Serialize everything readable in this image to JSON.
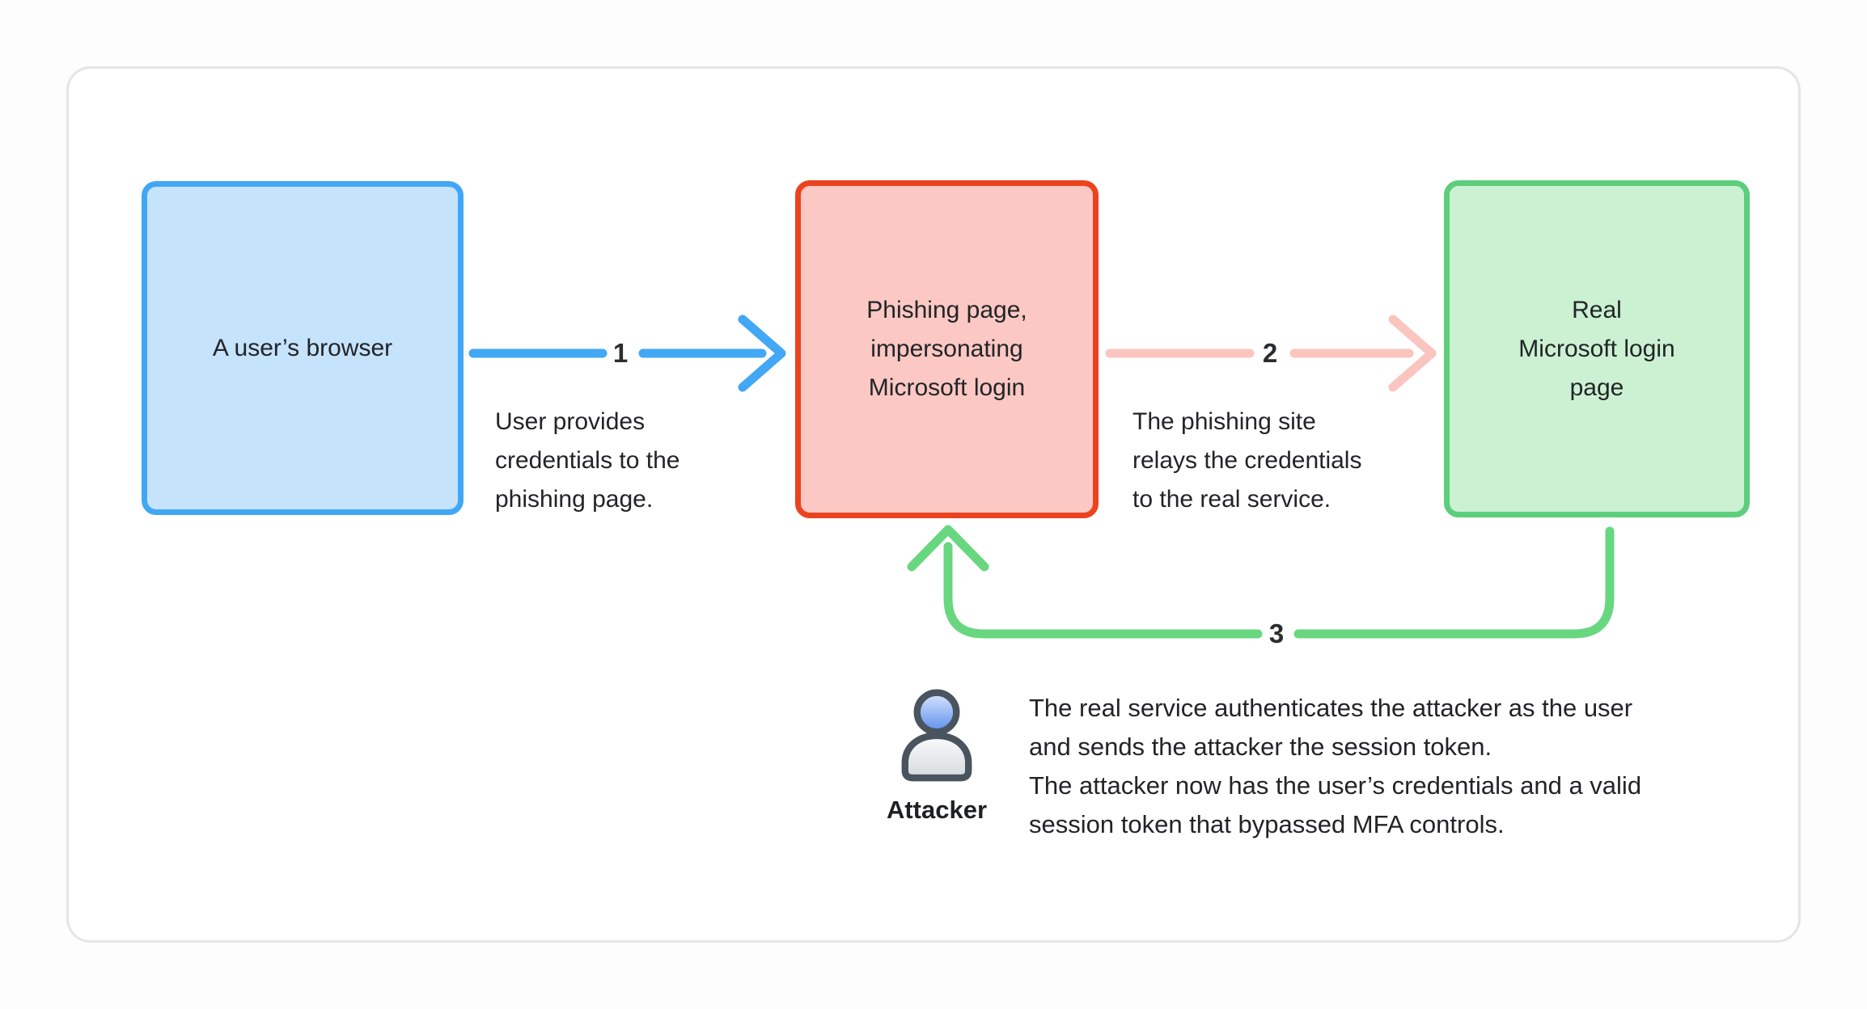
{
  "nodes": [
    {
      "id": "user-browser",
      "lines": [
        "A user’s browser"
      ],
      "border_color": "#41A7F5",
      "fill_color": "#C5E3FB"
    },
    {
      "id": "phishing-page",
      "lines": [
        "Phishing page,",
        "impersonating",
        "Microsoft login"
      ],
      "border_color": "#EC431F",
      "fill_color": "#FBC8C3"
    },
    {
      "id": "real-login-page",
      "lines": [
        "Real",
        "Microsoft login",
        "page"
      ],
      "border_color": "#5DCE7C",
      "fill_color": "#CBF1D2"
    }
  ],
  "edges": [
    {
      "number": "1",
      "color": "#42A7F5",
      "caption_lines": [
        "User provides",
        "credentials to the",
        "phishing page."
      ]
    },
    {
      "number": "2",
      "color": "#FBC5BF",
      "caption_lines": [
        "The phishing site",
        "relays the credentials",
        "to the real service."
      ]
    },
    {
      "number": "3",
      "color": "#68D77F",
      "caption_lines": []
    }
  ],
  "attacker": {
    "label": "Attacker",
    "description_lines": [
      "The real service authenticates the attacker as the user",
      "and sends the attacker the session token.",
      "The attacker now has the user’s credentials and a valid",
      "session token that bypassed MFA controls."
    ]
  }
}
